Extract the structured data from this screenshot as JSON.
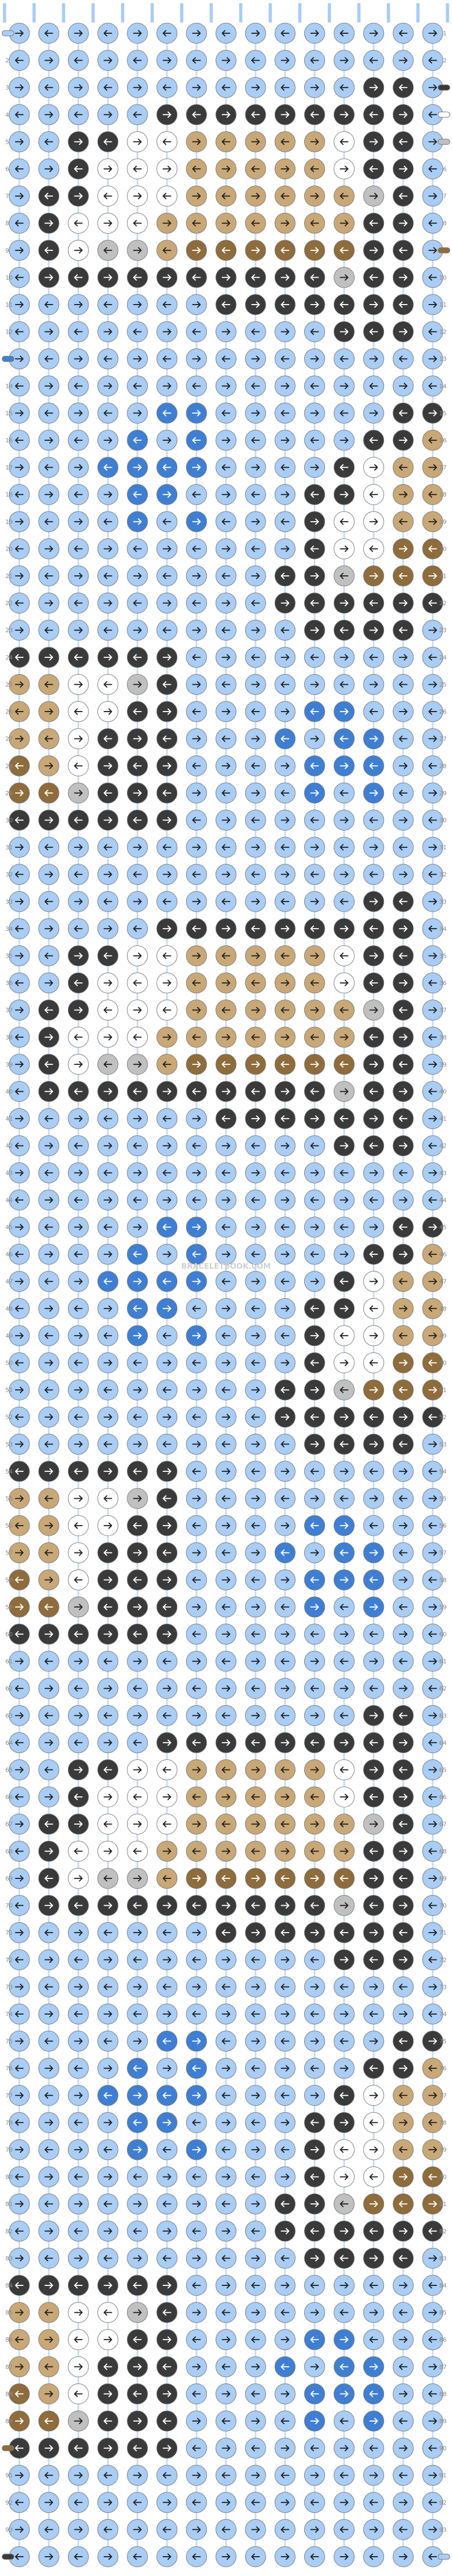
{
  "watermark": "BRACELETBOOK.COM",
  "rows": 94,
  "columns": 15,
  "colors": {
    "A": "#a9cdf4",
    "B": "#3a3a3a",
    "C": "#ffffff",
    "D": "#c9a877",
    "E": "#8f6c3b",
    "F": "#c0c0c0",
    "G": "#3f7fd3"
  },
  "knot_rows": [
    "AAAAAAAAAAAAAAA",
    "AAAAAAAAAAAAAAA",
    "AAAAAAAAAAAABBA",
    "AAAAABBBBBBBBBA",
    "AABBCCDDDDDCBBA",
    "AABCCCDDDDDCBBA",
    "ABBCCCDDDDDDFBA",
    "ABCCCDDDDDDDBBA",
    "ABCFFDEEEEEEBBA",
    "ABBBBBBBBBBFBBA",
    "AAAAAAABBBBBBBA",
    "AAAAAAAAAAABBBA",
    "AAAAAAAAAAAAAAA",
    "AAAAAAAAAAAAAAA",
    "AAAAAGGAAAAAABB",
    "AAAAGAGAAAAABBD",
    "AAAGGGGAAAABCDD",
    "AAAAGGAAAABBCDD",
    "AAAAGAGAAABCCDD",
    "AAAAAAAAAABCCEE",
    "AAAAAAAAABBFEEE",
    "AAAAAAAAABBBBBB",
    "AAAAAAAAAABBBBA",
    "BBBBBBAAAAAAAAA",
    "DDCCFBAAAAAAAAA",
    "DDCCBBAAAAGGAAA",
    "DDCBBBAAAGAGGAA",
    "EDCBBBAAAAGGGAA",
    "EEFBBBAAAAGAGAA",
    "BBBBBBAAAAAAAAA",
    "AAAAAAAAAAAAAAA",
    "AAAAAAAAAAAAAAA",
    "AAAAAAAAAAAABBA",
    "AAAAABBBBBBBBBA",
    "AABBCCDDDDDCBBA",
    "AABCCCDDDDDCBBA",
    "ABBCCCDDDDDDFBA",
    "ABCCCDDDDDDDBBA",
    "ABCFFDEEEEEEBBA",
    "ABBBBBBBBBBFBBA",
    "AAAAAAABBBBBBBA",
    "AAAAAAAAAAABBBA",
    "AAAAAAAAAAAAAAA",
    "AAAAAAAAAAAAAAA",
    "AAAAAGGAAAAAABB",
    "AAAAGAGAAAAABBD",
    "AAAGGGGAAAABCDD",
    "AAAAGGAAAABBCDD",
    "AAAAGAGAAABCCDD",
    "AAAAAAAAAABCCEE",
    "AAAAAAAAABBFEEE",
    "AAAAAAAAABBBBBB",
    "AAAAAAAAAABBBBA",
    "BBBBBBAAAAAAAAA",
    "DDCCFBAAAAAAAAA",
    "DDCCBBAAAAGGAAA",
    "DDCBBBAAAGAGGAA",
    "EDCBBBAAAAGGGAA",
    "EEFBBBAAAAGAGAA",
    "BBBBBBAAAAAAAAA",
    "AAAAAAAAAAAAAAA",
    "AAAAAAAAAAAAAAA",
    "AAAAAAAAAAAABBA",
    "AAAAABBBBBBBBBA",
    "AABBCCDDDDDCBBA",
    "AABCCCDDDDDCBBA",
    "ABBCCCDDDDDDFBA",
    "ABCCCDDDDDDDBBA",
    "ABCFFDEEEEEEBBA",
    "ABBBBBBBBBBFBBA",
    "AAAAAAABBBBBBBA",
    "AAAAAAAAAAABBBA",
    "AAAAAAAAAAAAAAA",
    "AAAAAAAAAAAAAAA",
    "AAAAAGGAAAAAABB",
    "AAAAGAGAAAAABBD",
    "AAAGGGGAAAABCDD",
    "AAAAGGAAAABBCDD",
    "AAAAGAGAAABCCDD",
    "AAAAAAAAAABCCEE",
    "AAAAAAAAABBFEEE",
    "AAAAAAAAABBBBBB",
    "AAAAAAAAAABBBBA",
    "BBBBBBAAAAAAAAA",
    "DDCCFBAAAAAAAAA",
    "DDCCBBAAAAGGAAA",
    "DDCBBBAAAGAGGAA",
    "EDCBBBAAAAGGGAA",
    "EEFBBBAAAAGAGAA",
    "BBBBBBAAAAAAAAA",
    "AAAAAAAAAAAAAAA",
    "AAAAAAAAAAAAAAA",
    "AAAAAAAAAAAAAAA",
    "AAAAAAAAAAAAAAA"
  ],
  "side_markers": {
    "left": [
      {
        "row": 1,
        "color": "A"
      },
      {
        "row": 13,
        "color": "G"
      },
      {
        "row": 90,
        "color": "E"
      },
      {
        "row": 94,
        "color": "B"
      }
    ],
    "right": [
      {
        "row": 3,
        "color": "B"
      },
      {
        "row": 4,
        "color": "C"
      },
      {
        "row": 5,
        "color": "F"
      },
      {
        "row": 9,
        "color": "E"
      },
      {
        "row": 94,
        "color": "A"
      }
    ]
  },
  "top_strings": [
    "A",
    "A",
    "A",
    "A",
    "A",
    "A",
    "A",
    "A",
    "A",
    "A",
    "A",
    "A",
    "A",
    "A",
    "A",
    "A"
  ]
}
